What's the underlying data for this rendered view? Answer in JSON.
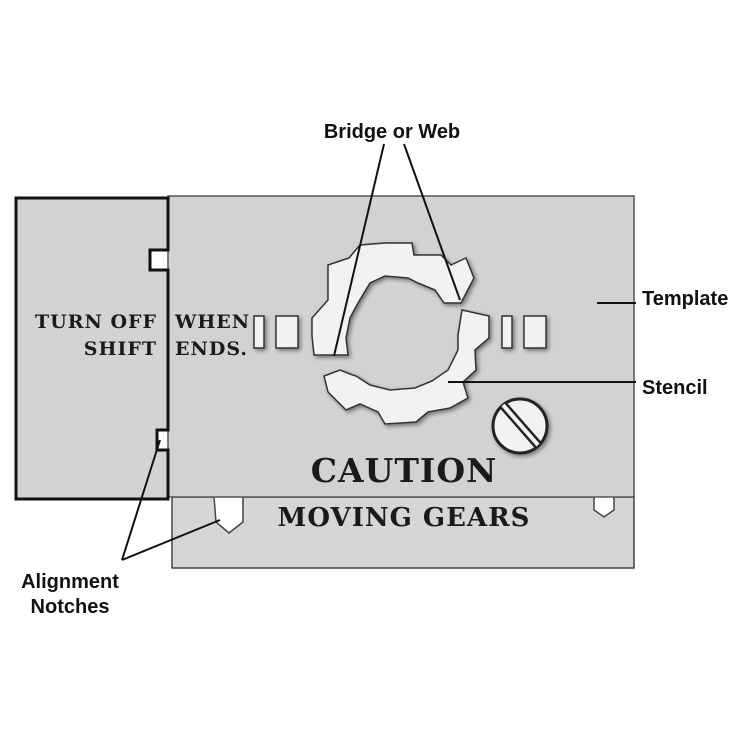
{
  "labels": {
    "bridge": "Bridge or Web",
    "template": "Template",
    "stencil": "Stencil",
    "alignment_line1": "Alignment",
    "alignment_line2": "Notches"
  },
  "left_stencil": {
    "row1_left": "TURN OFF",
    "row1_right": "WHEN",
    "row2_left": "SHIFT",
    "row2_right": "ENDS."
  },
  "main_stencil": {
    "caution": "CAUTION",
    "moving": "MOVING GEARS"
  },
  "colors": {
    "plate_fill": "#d3d3d3",
    "plate_stroke": "#222222",
    "cutout_fill": "#f2f2f2",
    "line": "#111111",
    "background": "#ffffff"
  }
}
